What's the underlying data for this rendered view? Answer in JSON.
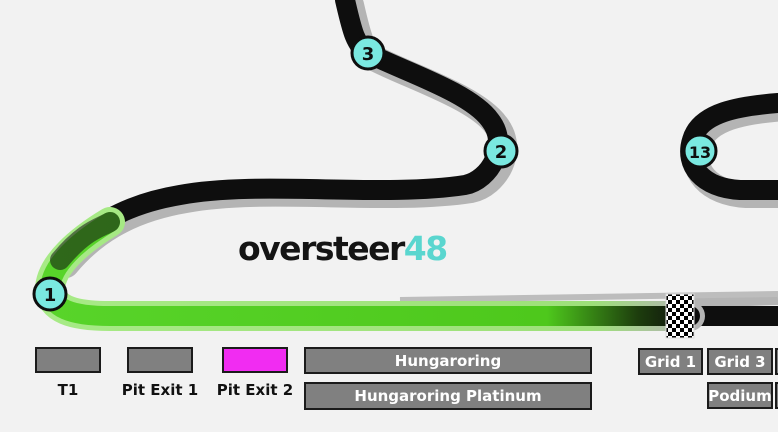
{
  "brand": {
    "name": "oversteer",
    "number": "48",
    "accent_color": "#5ad6cf"
  },
  "turns": [
    {
      "id": "turn-1",
      "label": "1"
    },
    {
      "id": "turn-2",
      "label": "2"
    },
    {
      "id": "turn-3",
      "label": "3"
    },
    {
      "id": "turn-13",
      "label": "13"
    }
  ],
  "legend": [
    {
      "id": "t1",
      "label": "T1",
      "color": "#808080"
    },
    {
      "id": "pit-exit-1",
      "label": "Pit Exit 1",
      "color": "#808080"
    },
    {
      "id": "pit-exit-2",
      "label": "Pit Exit 2",
      "color": "#f12cf2"
    }
  ],
  "tracks": [
    {
      "id": "hungaroring",
      "label": "Hungaroring"
    },
    {
      "id": "hungaroring-platinum",
      "label": "Hungaroring Platinum"
    }
  ],
  "positions": [
    {
      "id": "grid-1",
      "label": "Grid 1"
    },
    {
      "id": "grid-3",
      "label": "Grid 3"
    },
    {
      "id": "podium",
      "label": "Podium"
    }
  ],
  "colors": {
    "track": "#0e0e0e",
    "track_shadow": "#b4b4b4",
    "highlight": "#4ecb1c",
    "turn_marker": "#7ae8e0",
    "button": "#808080"
  }
}
